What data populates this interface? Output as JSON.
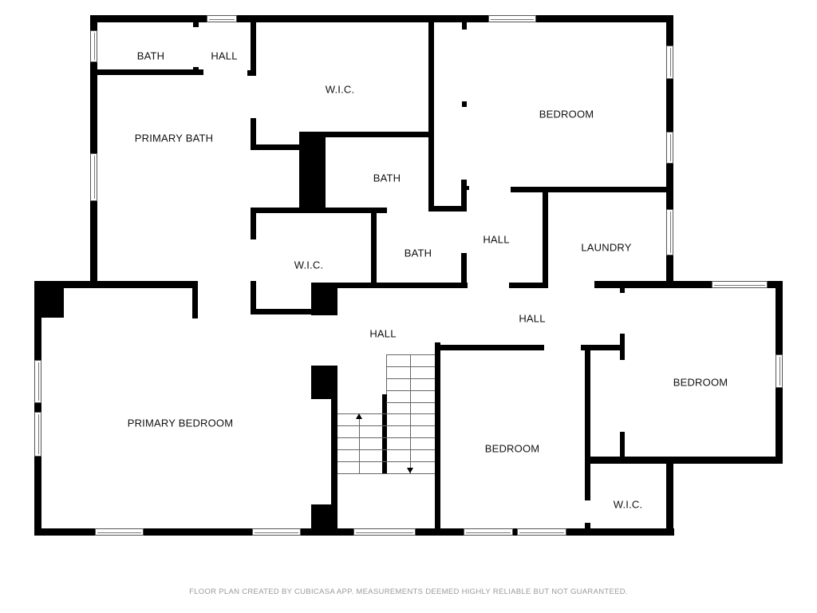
{
  "rooms": {
    "bath_top": "BATH",
    "hall_top": "HALL",
    "wic_top": "W.I.C.",
    "bedroom_ne": "BEDROOM",
    "primary_bath": "PRIMARY BATH",
    "bath_center_upper": "BATH",
    "bath_center_lower": "BATH",
    "wic_center": "W.I.C.",
    "hall_center": "HALL",
    "laundry": "LAUNDRY",
    "hall_stair": "HALL",
    "hall_east": "HALL",
    "primary_bedroom": "PRIMARY BEDROOM",
    "bedroom_south": "BEDROOM",
    "bedroom_east": "BEDROOM",
    "wic_se": "W.I.C."
  },
  "stairs": {
    "up_arrow": "arrow-up-icon",
    "down_arrow": "arrow-down-icon"
  },
  "footer": {
    "disclaimer": "FLOOR PLAN CREATED BY CUBICASA APP. MEASUREMENTS DEEMED HIGHLY RELIABLE BUT NOT GUARANTEED."
  },
  "colors": {
    "wall": "#000000",
    "background": "#ffffff",
    "footer_text": "#9a9a9a"
  }
}
